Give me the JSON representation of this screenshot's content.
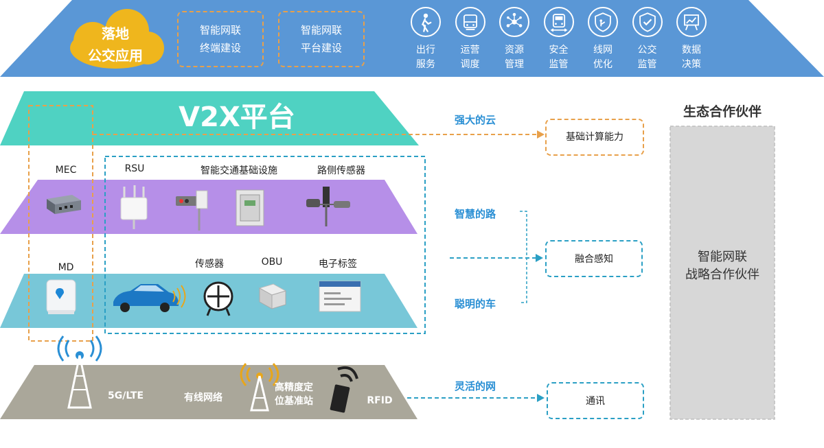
{
  "top_bar": {
    "cloud_label_line1": "落地",
    "cloud_label_line2": "公交应用",
    "box1_line1": "智能网联",
    "box1_line2": "终端建设",
    "box2_line1": "智能网联",
    "box2_line2": "平台建设",
    "services": [
      {
        "line1": "出行",
        "line2": "服务",
        "icon": "walking-person-icon"
      },
      {
        "line1": "运营",
        "line2": "调度",
        "icon": "bus-icon"
      },
      {
        "line1": "资源",
        "line2": "管理",
        "icon": "network-nodes-icon"
      },
      {
        "line1": "安全",
        "line2": "监管",
        "icon": "bus-front-icon"
      },
      {
        "line1": "线网",
        "line2": "优化",
        "icon": "shield-route-icon"
      },
      {
        "line1": "公交",
        "line2": "监管",
        "icon": "shield-check-icon"
      },
      {
        "line1": "数据",
        "line2": "决策",
        "icon": "presentation-chart-icon"
      }
    ]
  },
  "platform": {
    "title": "V2X平台"
  },
  "road_layer": {
    "mec": "MEC",
    "rsu": "RSU",
    "infra": "智能交通基础设施",
    "roadside_sensor": "路侧传感器"
  },
  "vehicle_layer": {
    "md": "MD",
    "sensor": "传感器",
    "obu": "OBU",
    "etag": "电子标签"
  },
  "network_layer": {
    "lte": "5G/LTE",
    "wired": "有线网络",
    "gnss_line1": "高精度定",
    "gnss_line2": "位基准站",
    "rfid": "RFID"
  },
  "right": {
    "cloud_label": "强大的云",
    "cloud_box": "基础计算能力",
    "road_label": "智慧的路",
    "car_label": "聪明的车",
    "fusion_box": "融合感知",
    "net_label": "灵活的网",
    "net_box": "通讯",
    "partner_title": "生态合作伙伴",
    "partner_line1": "智能网联",
    "partner_line2": "战略合作伙伴"
  },
  "colors": {
    "top_blue": "#5a97d6",
    "platform_teal": "#4fd2c2",
    "road_purple": "#b68fe8",
    "vehicle_blue": "#78c7d8",
    "network_gray": "#aaa79a",
    "cloud_yellow": "#efb61d",
    "orange_dash": "#e8a04a",
    "cyan_dash": "#2a9fc4"
  }
}
